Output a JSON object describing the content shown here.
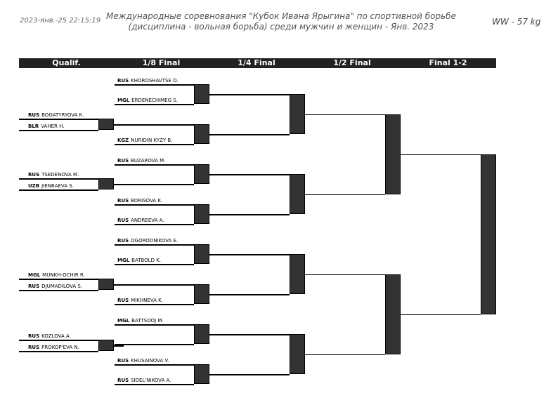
{
  "header": {
    "timestamp": "2023-янв.-25 22:15:19",
    "title_line1": "Международные соревнования \"Кубок Ивана Ярыгина\" по спортивной борьбе",
    "title_line2": "(дисциплина - вольная борьба) среди мужчин и женщин - Янв. 2023",
    "category": "WW - 57 kg"
  },
  "rounds": [
    "Qualif.",
    "1/8 Final",
    "1/4 Final",
    "1/2 Final",
    "Final 1-2"
  ],
  "qualification": [
    {
      "country": "RUS",
      "name": "BOGATYRYOVA K."
    },
    {
      "country": "BLR",
      "name": "VAHER H."
    },
    {
      "country": "RUS",
      "name": "TSEDENOVA M."
    },
    {
      "country": "UZB",
      "name": "JIENBAEVA S."
    },
    {
      "country": "MGL",
      "name": "MUNKH-OCHIR R."
    },
    {
      "country": "RUS",
      "name": "DJUMADILOVA S."
    },
    {
      "country": "RUS",
      "name": "KOZLOVA A."
    },
    {
      "country": "RUS",
      "name": "PROKOP'EVA N."
    }
  ],
  "round_of_16": [
    {
      "country": "RUS",
      "name": "KHOROSHAVTSE O."
    },
    {
      "country": "MGL",
      "name": "ERDENECHIMEG S."
    },
    {
      "country": "",
      "name": ""
    },
    {
      "country": "KGZ",
      "name": "NURIDIN KYZY B."
    },
    {
      "country": "RUS",
      "name": "BUZAROVA M."
    },
    {
      "country": "",
      "name": ""
    },
    {
      "country": "RUS",
      "name": "BORISOVA K."
    },
    {
      "country": "RUS",
      "name": "ANDREEVA A."
    },
    {
      "country": "RUS",
      "name": "OGORODNIKOVA E."
    },
    {
      "country": "MGL",
      "name": "BATBOLD K."
    },
    {
      "country": "",
      "name": ""
    },
    {
      "country": "RUS",
      "name": "MIKHNEVA K."
    },
    {
      "country": "MGL",
      "name": "BATTSOOJ M."
    },
    {
      "country": "",
      "name": ""
    },
    {
      "country": "RUS",
      "name": "KHUSAINOVA V."
    },
    {
      "country": "RUS",
      "name": "SIDEL'NIKOVA A."
    }
  ]
}
